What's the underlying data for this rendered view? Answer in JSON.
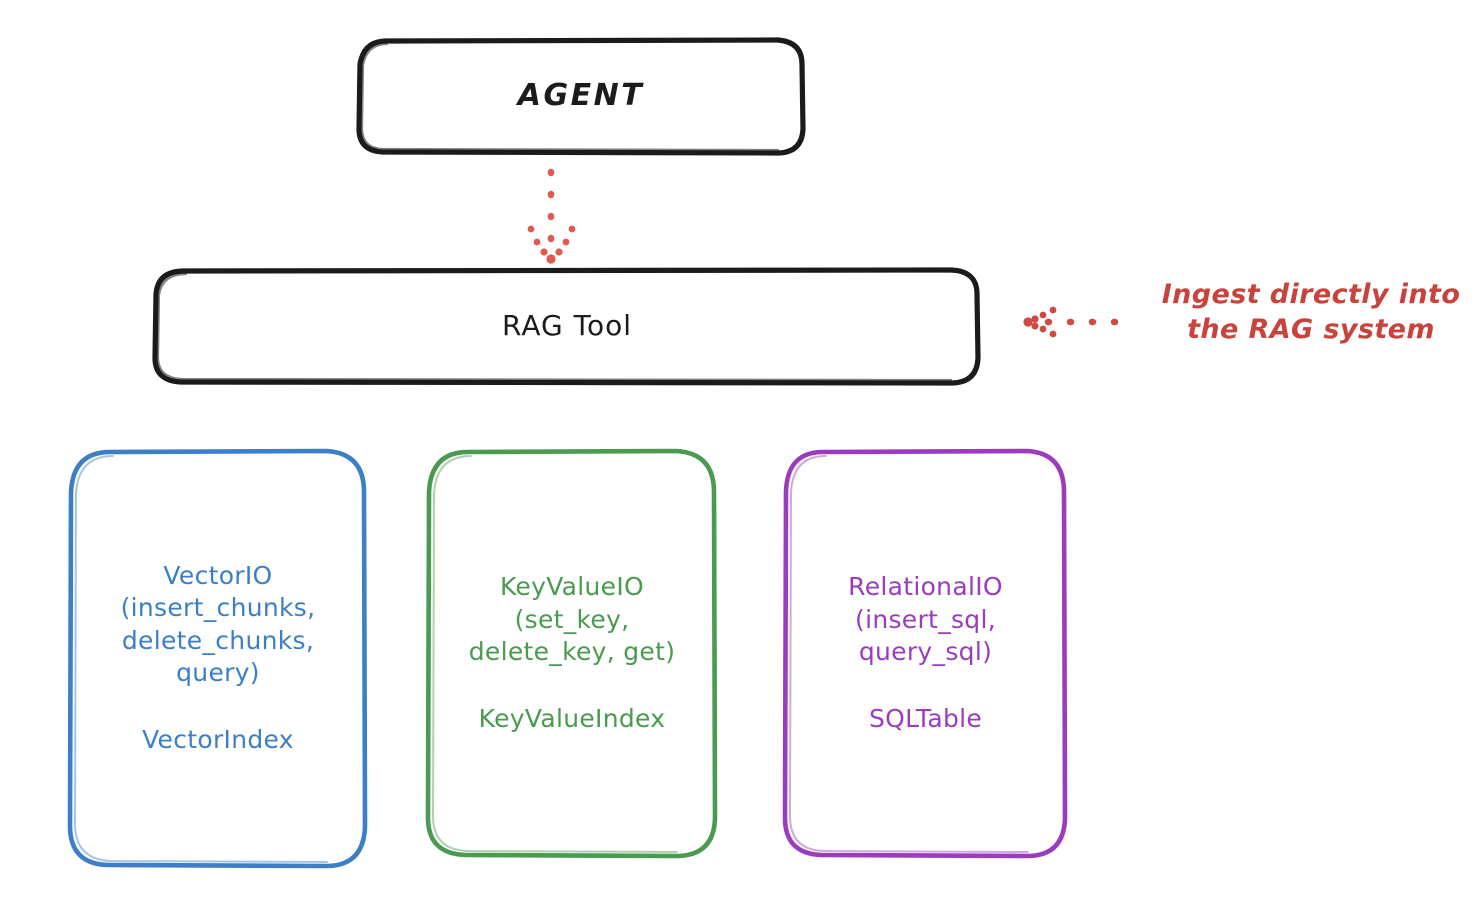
{
  "diagram": {
    "title_node": "AGENT",
    "background_color": "#ffffff",
    "nodes": {
      "agent": {
        "label": "AGENT",
        "stroke_color": "#1b1b1b",
        "name": "agent-node"
      },
      "rag_tool": {
        "label": "RAG Tool",
        "stroke_color": "#1b1b1b",
        "name": "rag-tool-node"
      },
      "vector_io": {
        "heading": "VectorIO",
        "api": "VectorIO\n(insert_chunks,\ndelete_chunks,\nquery)",
        "index": "VectorIndex",
        "stroke_color": "#3c7fc6",
        "name": "vector-io-node"
      },
      "key_value_io": {
        "heading": "KeyValueIO",
        "api": "KeyValueIO\n(set_key,\ndelete_key, get)",
        "index": "KeyValueIndex",
        "stroke_color": "#4a9a4f",
        "name": "key-value-io-node"
      },
      "relational_io": {
        "heading": "RelationalIO",
        "api": "RelationalIO\n(insert_sql,\nquery_sql)",
        "index": "SQLTable",
        "stroke_color": "#9b3cbf",
        "name": "relational-io-node"
      }
    },
    "annotations": {
      "ingest_note": "Ingest directly into\nthe RAG system",
      "ingest_note_color": "#c8433c"
    },
    "connectors": {
      "agent_to_rag": {
        "style": "dotted",
        "color": "#e05a52",
        "direction": "down",
        "name": "agent-to-rag-arrow"
      },
      "note_to_rag": {
        "style": "dotted",
        "color": "#d0483f",
        "direction": "left",
        "name": "ingest-note-arrow"
      }
    }
  }
}
